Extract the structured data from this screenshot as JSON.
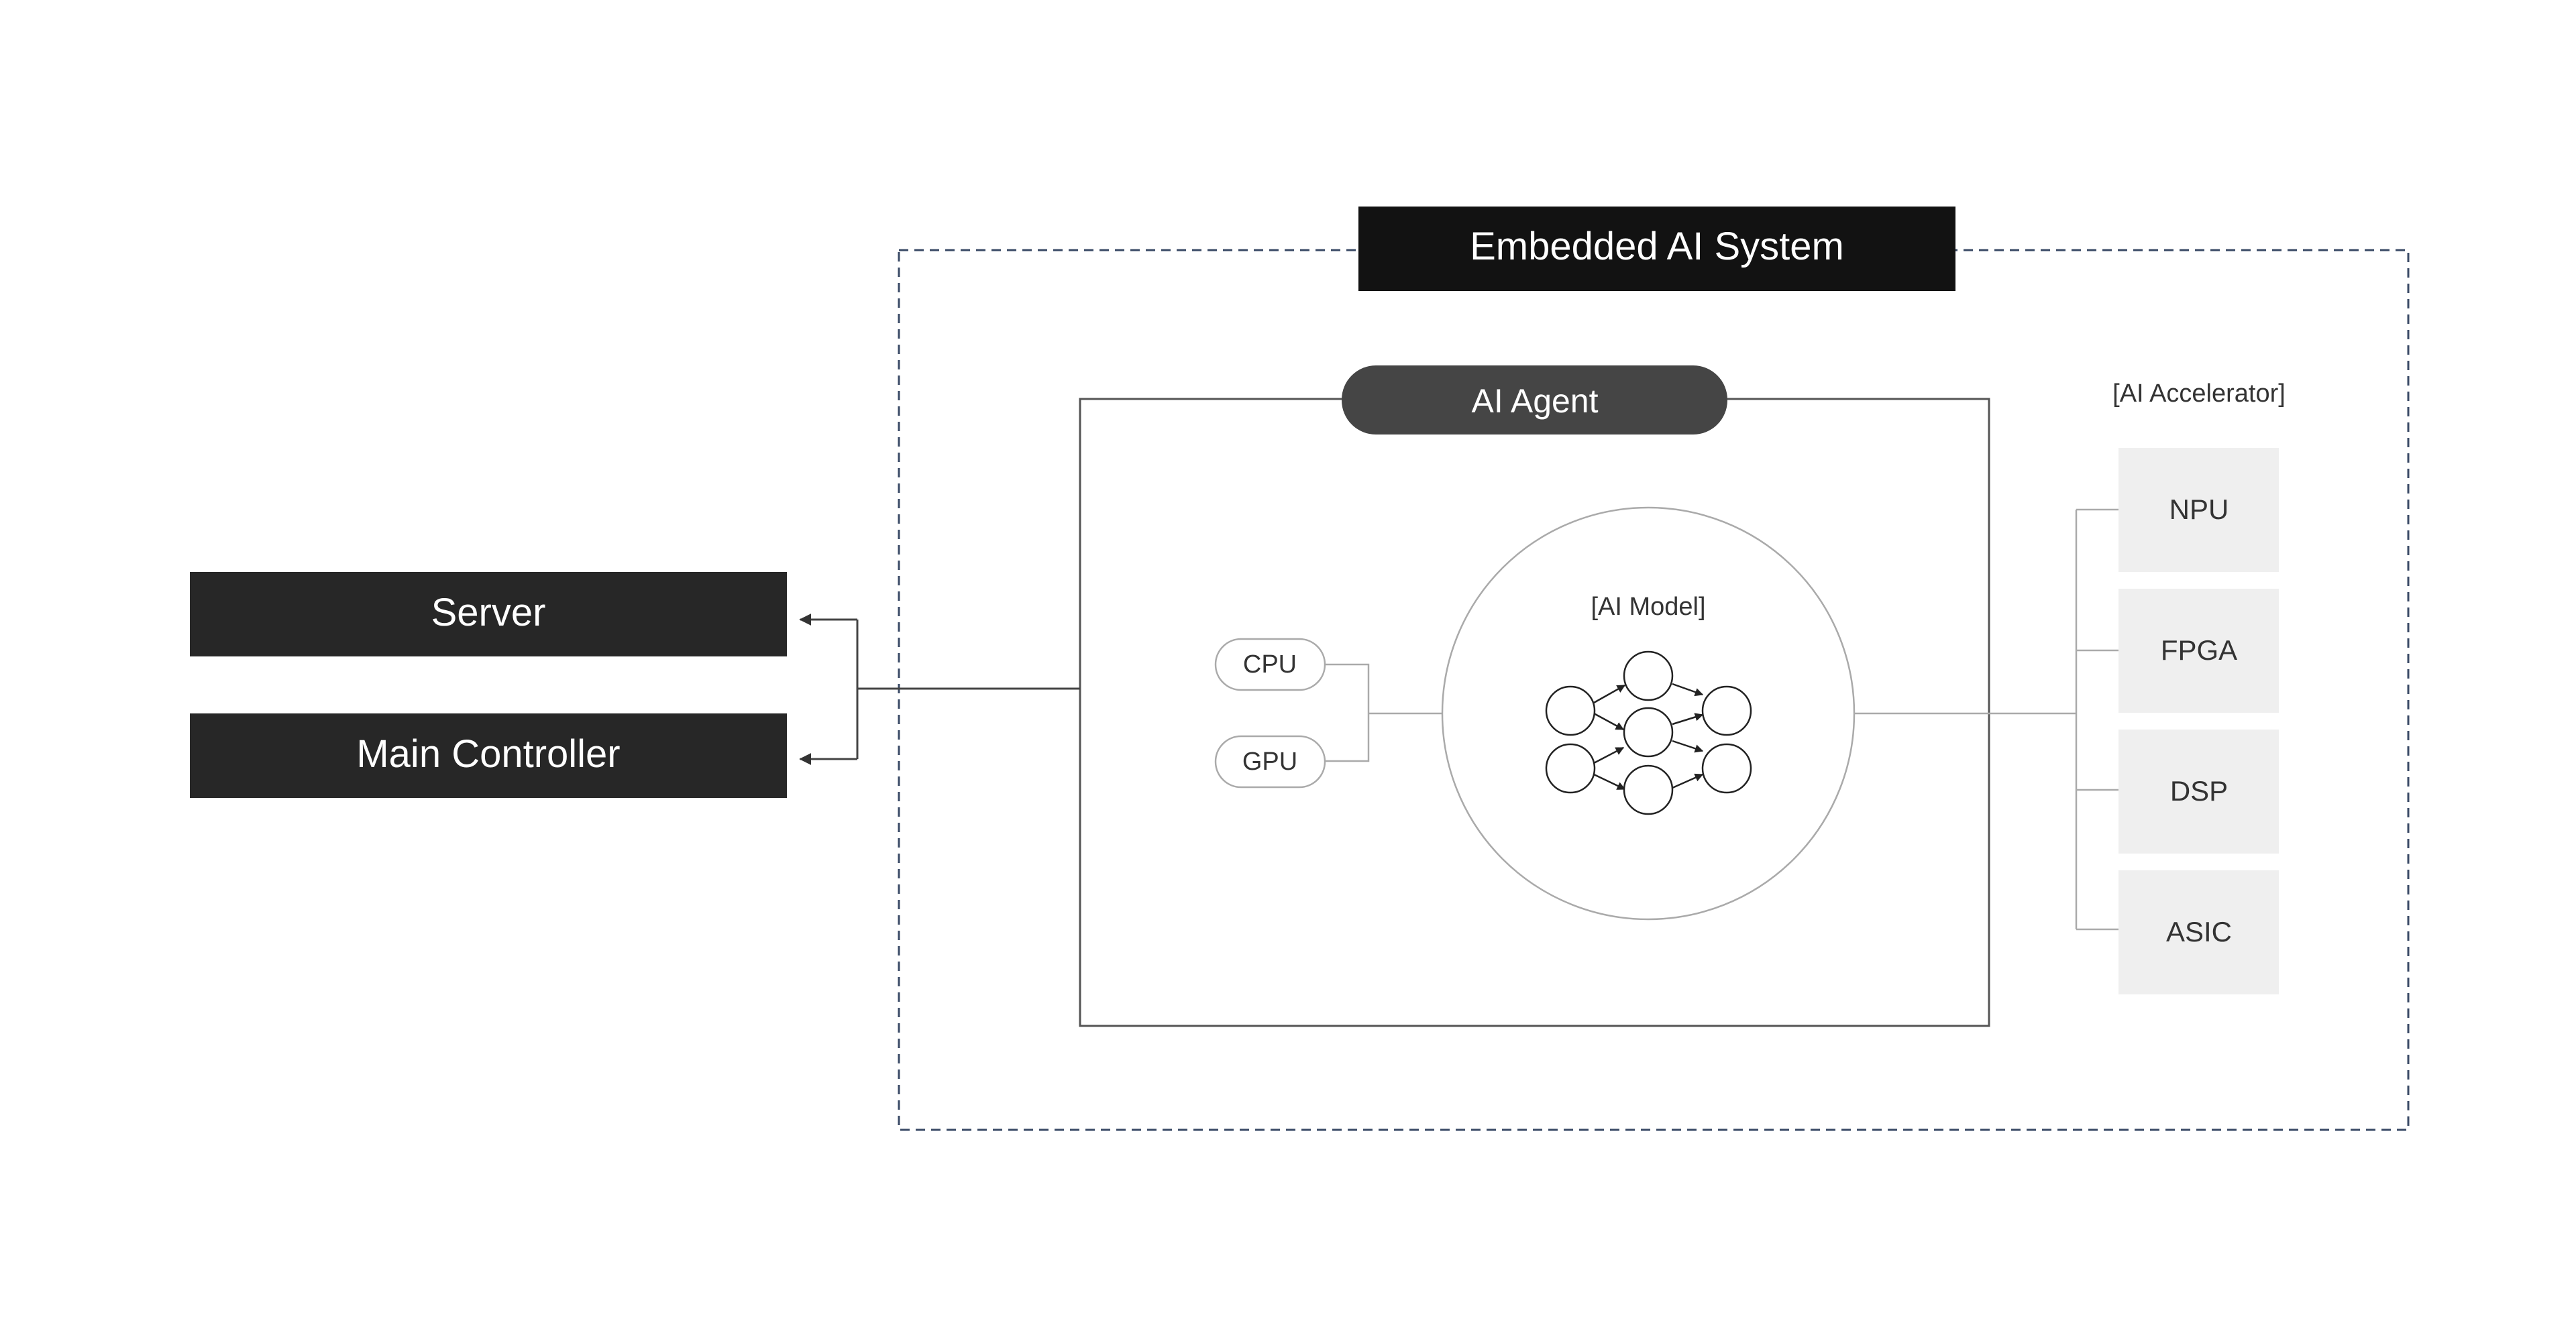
{
  "title": "Embedded AI System",
  "agent": {
    "label": "AI Agent"
  },
  "model": {
    "label": "[AI Model]"
  },
  "processors": [
    {
      "label": "CPU"
    },
    {
      "label": "GPU"
    }
  ],
  "external": [
    {
      "label": "Server"
    },
    {
      "label": "Main Controller"
    }
  ],
  "accelerator": {
    "title": "[AI Accelerator]",
    "items": [
      {
        "label": "NPU"
      },
      {
        "label": "FPGA"
      },
      {
        "label": "DSP"
      },
      {
        "label": "ASIC"
      }
    ]
  },
  "colors": {
    "dark_box": "#272727",
    "title_box": "#121212",
    "agent_pill": "#454545",
    "dashed_border": "#3a4a66",
    "accel_fill": "#efefef",
    "line": "#9a9a9a"
  }
}
